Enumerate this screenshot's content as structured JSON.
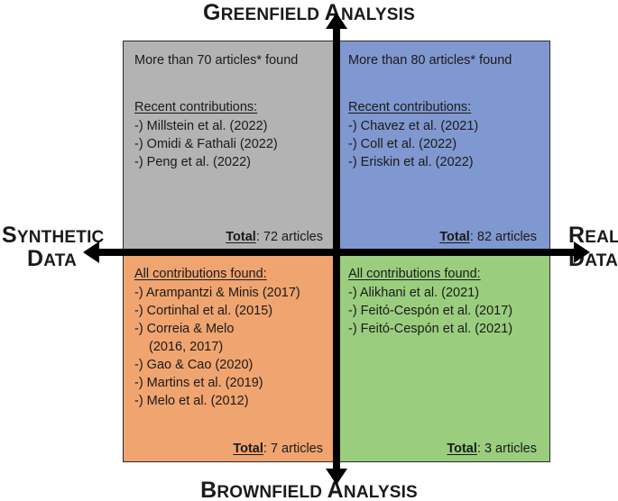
{
  "axes": {
    "top": {
      "cap1": "G",
      "rest1": "REENFIELD",
      "cap2": "A",
      "rest2": "NALYSIS",
      "full": "Greenfield Analysis"
    },
    "bottom": {
      "cap1": "B",
      "rest1": "ROWNFIELD",
      "cap2": "A",
      "rest2": "NALYSIS",
      "full": "Brownfield Analysis"
    },
    "left": {
      "cap1": "S",
      "rest1": "YNTHETIC",
      "cap2": "D",
      "rest2": "ATA",
      "full": "Synthetic Data"
    },
    "right": {
      "cap1": "R",
      "rest1": "EAL",
      "cap2": "D",
      "rest2": "ATA",
      "full": "Real Data"
    }
  },
  "colors": {
    "top_left": "#b3b3b3",
    "top_right": "#8098d0",
    "bottom_left": "#f0a470",
    "bottom_right": "#9ace7e",
    "axis": "#000000",
    "text": "#1a1a1a",
    "border": "#2b2b2b"
  },
  "quadrants": {
    "top_left": {
      "headline": "More than 70 articles* found",
      "subheading": "Recent contributions:",
      "items": [
        "-) Millstein et al. (2022)",
        "-) Omidi & Fathali (2022)",
        "-) Peng et al. (2022)"
      ],
      "total_word": "Total",
      "total_value": ": 72 articles"
    },
    "top_right": {
      "headline": "More than 80 articles* found",
      "subheading": "Recent contributions:",
      "items": [
        "-) Chavez et al. (2021)",
        "-) Coll et al. (2022)",
        "-) Eriskin et al. (2022)"
      ],
      "total_word": "Total",
      "total_value": ": 82 articles"
    },
    "bottom_left": {
      "headline": "",
      "subheading": "All contributions found:",
      "items": [
        "-) Arampantzi & Minis (2017)",
        "-) Cortinhal et al. (2015)",
        "-) Correia & Melo",
        "(2016, 2017)",
        "-) Gao & Cao (2020)",
        "-) Martins et al. (2019)",
        "-) Melo et al. (2012)"
      ],
      "total_word": "Total",
      "total_value": ": 7 articles"
    },
    "bottom_right": {
      "headline": "",
      "subheading": "All contributions found:",
      "items": [
        "-) Alikhani et al. (2021)",
        "-) Feitó-Cespón et al. (2017)",
        "-) Feitó-Cespón et al. (2021)"
      ],
      "total_word": "Total",
      "total_value": ": 3 articles"
    }
  }
}
